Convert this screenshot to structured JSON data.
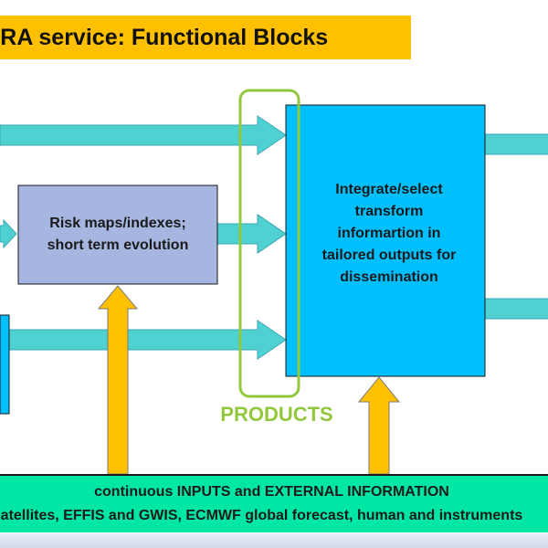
{
  "title": "FRA service: Functional Blocks",
  "blocks": {
    "risk_maps": {
      "line1": "Risk maps/indexes;",
      "line2": "short term evolution"
    },
    "integrate": {
      "line1": "Integrate/select",
      "line2": "transform",
      "line3": "informartion in",
      "line4": "tailored outputs for",
      "line5": "dissemination"
    }
  },
  "products_label": "PRODUCTS",
  "inputs": {
    "line1": "continuous INPUTS and EXTERNAL INFORMATION",
    "line2": "Satellites, EFFIS and GWIS, ECMWF global forecast, human and instruments"
  },
  "colors": {
    "title_bar": "#ffc000",
    "flow_arrow": "#4fd1d1",
    "input_arrow": "#ffc000",
    "risk_block": "#a6b6e0",
    "integrate_block": "#00bfff",
    "products_outline": "#92c83e",
    "inputs_bar": "#00e6a4"
  }
}
